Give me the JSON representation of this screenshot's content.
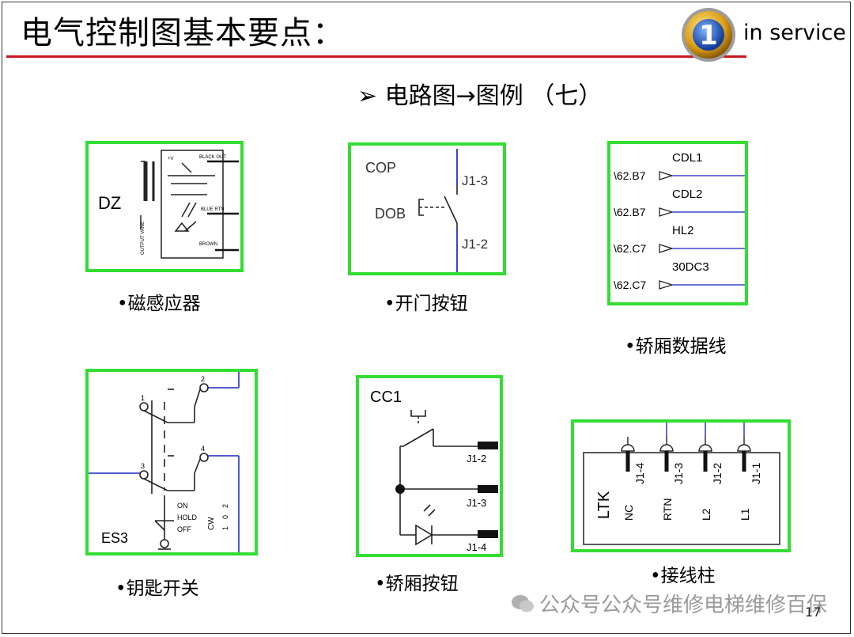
{
  "slide": {
    "title": "电气控制图基本要点：",
    "subtitle": "➢  电路图→图例  （七）",
    "logo_text": "in service",
    "logo_numeral": "1",
    "page_number": "17",
    "watermark": "公众号公众号维修电梯维修百保"
  },
  "panels": {
    "dz": {
      "caption": "•磁感应器",
      "label": "DZ",
      "black_out": "BLACK OUT",
      "blue_rtn": "BLUE RTN",
      "brown": "BROWN",
      "plus_v": "+V",
      "output_vane": "OUTPUT VANE"
    },
    "cop": {
      "caption": "•开门按钮",
      "label": "COP",
      "button": "DOB",
      "pin_top": "J1-3",
      "pin_bottom": "J1-2"
    },
    "car_lines": {
      "caption": "•轿厢数据线",
      "lines": [
        {
          "name": "CDL1",
          "ref": "\\62.B7"
        },
        {
          "name": "CDL2",
          "ref": "\\62.B7"
        },
        {
          "name": "HL2",
          "ref": "\\62.C7"
        },
        {
          "name": "30DC3",
          "ref": "\\62.C7"
        }
      ]
    },
    "es3": {
      "caption": "•钥匙开关",
      "label": "ES3",
      "terminals": [
        "1",
        "2",
        "3",
        "4"
      ],
      "positions": [
        "ON",
        "HOLD",
        "OFF"
      ],
      "cw": "CW",
      "cw_values": [
        "1",
        "0",
        "2"
      ]
    },
    "cc1": {
      "caption": "•轿厢按钮",
      "label": "CC1",
      "pins": [
        "J1-2",
        "J1-3",
        "J1-4"
      ]
    },
    "ltk": {
      "caption": "•接线柱",
      "label": "LTK",
      "pins": [
        "J1-4",
        "J1-3",
        "J1-2",
        "J1-1"
      ],
      "signals": [
        "NC",
        "RTN",
        "L2",
        "L1"
      ]
    }
  },
  "colors": {
    "title_rule": "#c8191e",
    "panel_border": "#33dd33",
    "wire_blue": "#3a46c8"
  }
}
